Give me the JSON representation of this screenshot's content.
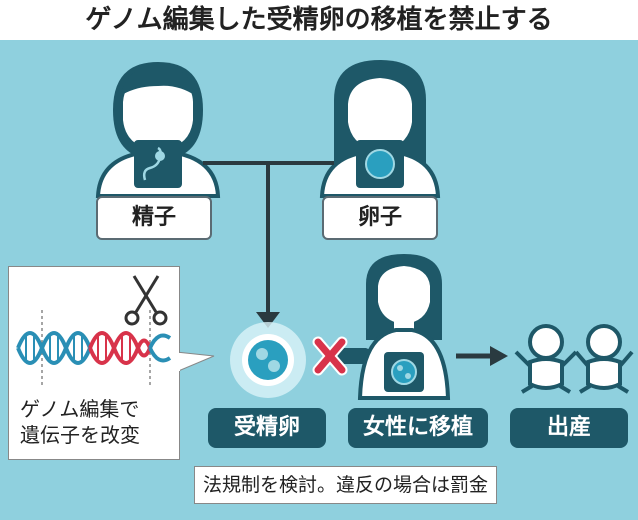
{
  "title": "ゲノム編集した受精卵の移植を禁止する",
  "labels": {
    "sperm": "精子",
    "egg": "卵子",
    "fertilized_egg": "受精卵",
    "transfer": "女性に移植",
    "birth": "出産"
  },
  "callout": {
    "line1": "ゲノム編集で",
    "line2": "遺伝子を改変"
  },
  "note": "法規制を検討。違反の場合は罰金",
  "colors": {
    "background": "#8fd0de",
    "dark_box": "#1e5868",
    "dna_blue": "#2a8fb5",
    "dna_red": "#d8334a",
    "cross": "#d8334a"
  }
}
